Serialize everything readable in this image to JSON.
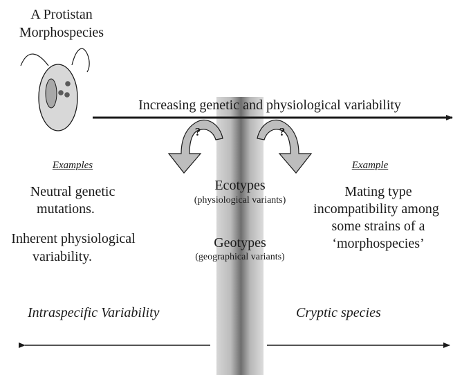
{
  "organism": {
    "title_line1": "A Protistan",
    "title_line2": "Morphospecies"
  },
  "axis": {
    "label": "Increasing genetic and physiological variability"
  },
  "question_marks": {
    "left": "?",
    "right": "?"
  },
  "left": {
    "heading": "Examples",
    "item1_line1": "Neutral genetic",
    "item1_line2": "mutations.",
    "item2_line1": "Inherent physiological",
    "item2_line2": "variability."
  },
  "center": {
    "ecotypes": "Ecotypes",
    "ecotypes_sub": "(physiological variants)",
    "geotypes": "Geotypes",
    "geotypes_sub": "(geographical variants)"
  },
  "right": {
    "heading": "Example",
    "line1": "Mating type",
    "line2": "incompatibility among",
    "line3": "some strains of a",
    "line4": "‘morphospecies’"
  },
  "bottom": {
    "left_label": "Intraspecific Variability",
    "right_label": "Cryptic species"
  },
  "colors": {
    "ink": "#1a1a1a",
    "band_light": "#d0d0d0",
    "band_dark": "#6e6e6e",
    "cell_fill": "#d8d8d8",
    "nucleus_fill": "#a8a8a8",
    "arrow_fill": "#bdbdbd",
    "dot_fill": "#5a5a5a"
  }
}
